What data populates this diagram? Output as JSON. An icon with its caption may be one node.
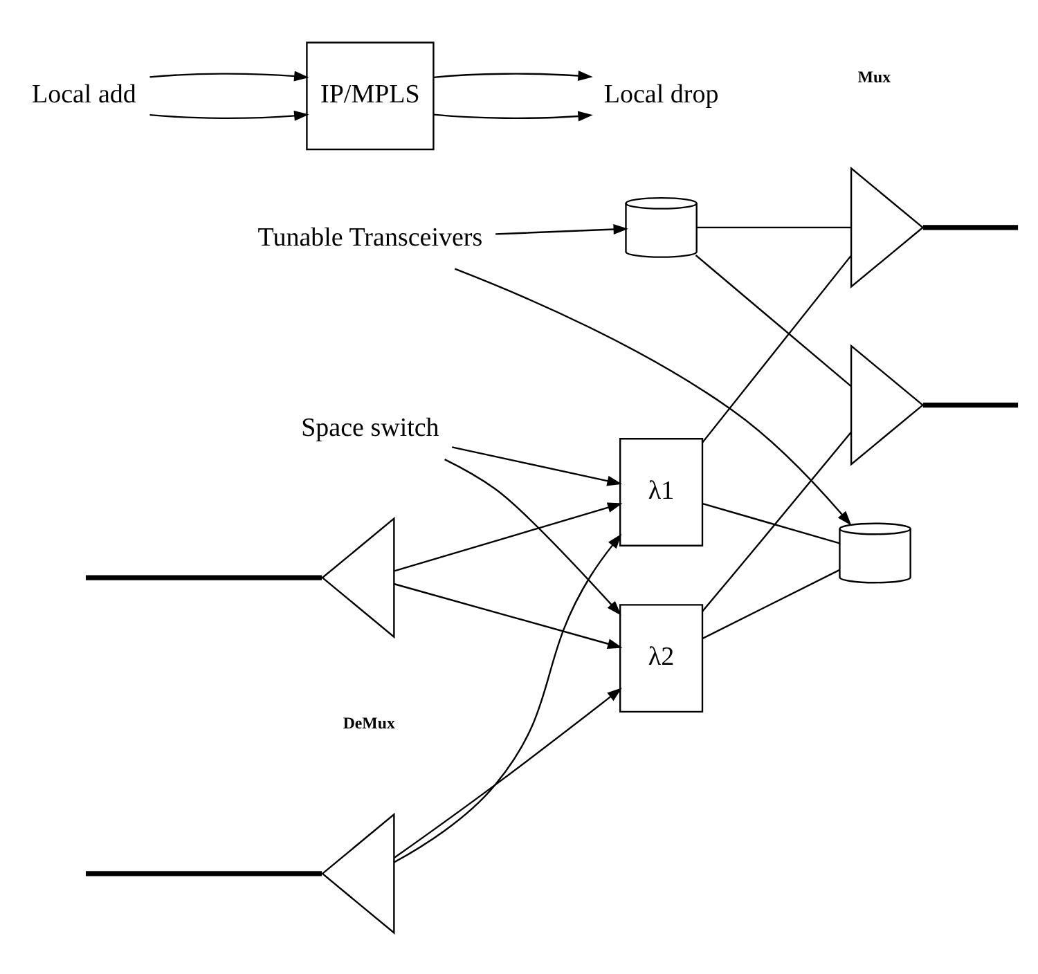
{
  "diagram": {
    "nodes": [
      {
        "text": [],
        "shape": "triangle"
      },
      {
        "text": [],
        "shape": "triangle"
      },
      {
        "text": [
          "λ1"
        ]
      },
      {
        "text": [
          "λ2"
        ]
      },
      {
        "text": [],
        "shape": "triangle"
      },
      {
        "text": [],
        "shape": "triangle"
      },
      {
        "text": [
          "IP/MPLS"
        ]
      },
      {
        "text": [],
        "shape": "cylinder"
      },
      {
        "text": [],
        "shape": "cylinder"
      },
      {
        "text": [
          "Space switch"
        ]
      },
      {
        "text": [
          "Tunable Transceivers"
        ]
      },
      {
        "text": [
          "Local drop"
        ]
      },
      {
        "text": [
          "Local add"
        ]
      }
    ],
    "edges": [
      {
        "from": null,
        "to": 0,
        "arrow": "none",
        "style": "thick"
      },
      {
        "from": null,
        "to": 1,
        "arrow": "none",
        "style": "thick"
      },
      {
        "from": 0,
        "to": 2,
        "arrow": "to"
      },
      {
        "from": 0,
        "to": 3,
        "arrow": "to"
      },
      {
        "from": 1,
        "to": 2,
        "arrow": "to"
      },
      {
        "from": 1,
        "to": 3,
        "arrow": "to"
      },
      {
        "from": 2,
        "to": 4,
        "arrow": "none"
      },
      {
        "from": 3,
        "to": 5,
        "arrow": "none"
      },
      {
        "from": 2,
        "to": 7,
        "arrow": "none"
      },
      {
        "from": 3,
        "to": 7,
        "arrow": "none"
      },
      {
        "from": 8,
        "to": 4,
        "arrow": "none"
      },
      {
        "from": 8,
        "to": 5,
        "arrow": "none"
      },
      {
        "from": 9,
        "to": 2,
        "arrow": "to"
      },
      {
        "from": 9,
        "to": 3,
        "arrow": "to"
      },
      {
        "from": 10,
        "to": 7,
        "arrow": "to"
      },
      {
        "from": 10,
        "to": 8,
        "arrow": "to"
      },
      {
        "from": 6,
        "to": 11,
        "arrow": "to"
      },
      {
        "from": 6,
        "to": 11,
        "arrow": "to"
      },
      {
        "from": 12,
        "to": 6,
        "arrow": "to"
      },
      {
        "from": 12,
        "to": 6,
        "arrow": "to"
      },
      {
        "from": 4,
        "to": null,
        "arrow": "none",
        "style": "thick"
      },
      {
        "from": 5,
        "to": null,
        "arrow": "none",
        "style": "thick"
      }
    ],
    "labels": [
      "DeMux",
      "Mux"
    ]
  }
}
